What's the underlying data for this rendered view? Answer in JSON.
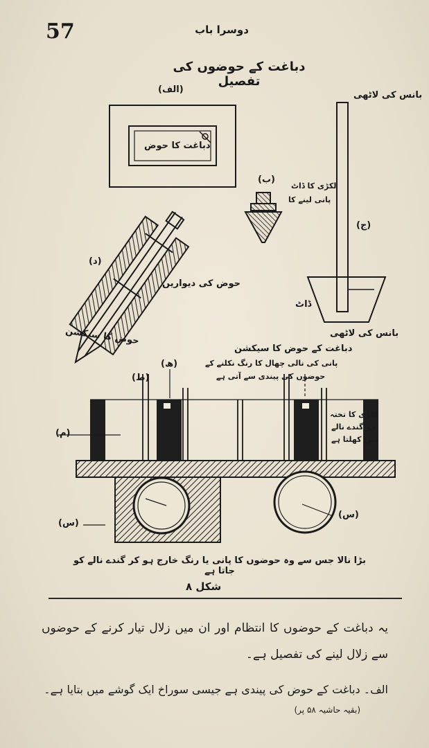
{
  "header": {
    "page_number": "57",
    "running_title": "دوسرا باب"
  },
  "figure": {
    "title": "دباغت کے حوضوں کی تفصیل",
    "labels": {
      "alif": "(الف)",
      "tank": "دباغت کا حوض",
      "bay": "(ب)",
      "stopper_1": "لکڑی کا ڈاٹ",
      "stopper_2": "پانی لینے کا",
      "bamboo_top": "بانس کی لاٹھی",
      "jeem": "(ج)",
      "dat": "ڈاٹ",
      "bamboo_bottom": "بانس کی لاٹھی",
      "dal": "(د)",
      "tank_walls": "حوض کی دیواریں",
      "section": "حوض کا سیکشن",
      "section_title": "دباغت کے حوض کا سیکشن",
      "pipe_note_1": "پانی کی نالی چھال کا رنگ نکلنے کے",
      "pipe_note_2": "حوضوں کی پیندی سے آتی ہے",
      "he": "(ھ)",
      "toe": "(ط)",
      "meem": "(م)",
      "wood_plank_1": "لکڑی کا تختہ",
      "wood_plank_2": "جو گندے نالے",
      "wood_plank_3": "میں کھلتا ہے",
      "seen_left": "(س)",
      "seen_right": "(س)",
      "drain_caption": "بڑا نالا جس سے وہ حوضوں کا پانی یا رنگ خارج ہو کر گندے نالے کو جاتا ہے",
      "fig_number": "شکل ۸"
    }
  },
  "body": {
    "paragraph": "یہ دباغت کے حوضوں کا انتظام اور ان میں زلال تیار کرنے کے حوضوں سے زلال لینے کی تفصیل ہے۔",
    "item_alif": "الف۔ دباغت کے حوض کی پیندی ہے جیسی سوراخ ایک گوشے میں بتایا ہے۔",
    "footnote": "(بقیہ حاشیہ ۵۸ پر)"
  }
}
